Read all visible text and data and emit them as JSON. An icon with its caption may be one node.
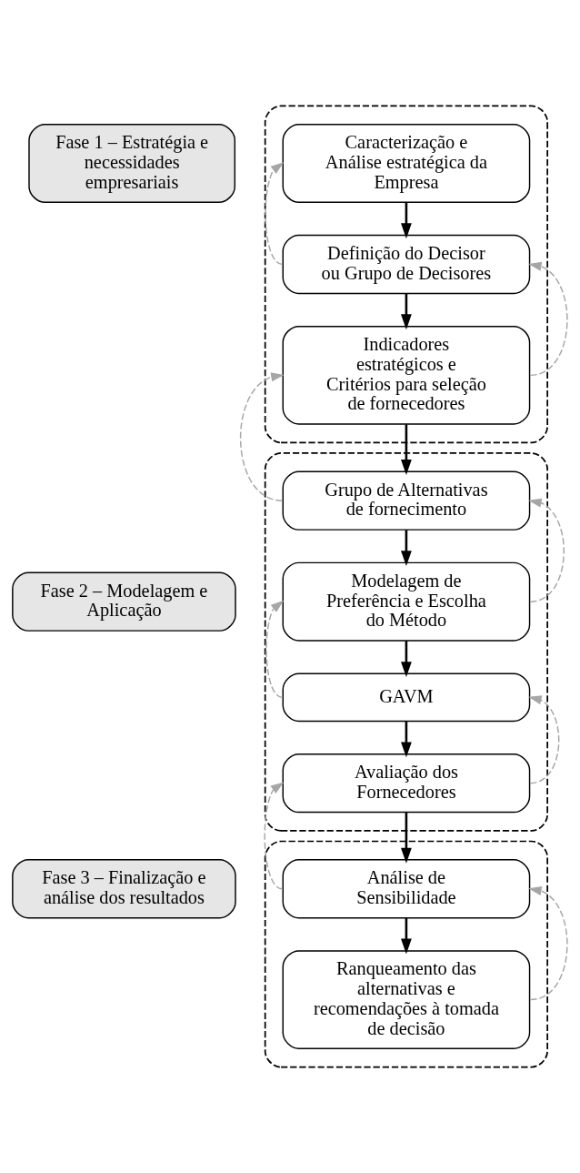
{
  "diagram": {
    "nodes": [
      {
        "text": [],
        "shape": "box"
      },
      {
        "text": [
          "Fase 1 – Estratégia e necessidades empresariais"
        ]
      },
      {
        "text": [
          "Caracterização e Análise estratégica da Empresa"
        ],
        "in": 0
      },
      {
        "text": [
          "Definição do Decisor ou Grupo de Decisores"
        ],
        "in": 0
      },
      {
        "text": [
          "Indicadores estratégicos e Critérios para seleção de fornecedores"
        ],
        "in": 0
      },
      {
        "text": [],
        "shape": "box"
      },
      {
        "text": [
          "Fase 2 – Modelagem e Aplicação"
        ]
      },
      {
        "text": [
          "Grupo de Alternativas de fornecimento"
        ],
        "in": 5
      },
      {
        "text": [
          "Modelagem de Preferência e Escolha do Método"
        ],
        "in": 5
      },
      {
        "text": [
          "GAVM"
        ],
        "in": 5
      },
      {
        "text": [
          "Avaliação dos Fornecedores"
        ],
        "in": 5
      },
      {
        "text": [],
        "shape": "box"
      },
      {
        "text": [
          "Fase 3 – Finalização e análise dos resultados"
        ]
      },
      {
        "text": [
          "Análise de Sensibilidade"
        ],
        "in": 11
      },
      {
        "text": [
          "Ranqueamento das alternativas e recomendações à tomada de decisão"
        ],
        "in": 11
      }
    ],
    "edges": [
      {
        "from": 2,
        "to": 3,
        "arrow": "to"
      },
      {
        "from": 3,
        "to": 4,
        "arrow": "to"
      },
      {
        "from": 4,
        "to": 7,
        "arrow": "to"
      },
      {
        "from": 7,
        "to": 8,
        "arrow": "to"
      },
      {
        "from": 8,
        "to": 9,
        "arrow": "to"
      },
      {
        "from": 9,
        "to": 10,
        "arrow": "to"
      },
      {
        "from": 10,
        "to": 13,
        "arrow": "to"
      },
      {
        "from": 13,
        "to": 14,
        "arrow": "to"
      },
      {
        "from": 3,
        "to": 2,
        "arrow": "to",
        "style": "dashed",
        "color": "#a6a6a6"
      },
      {
        "from": 4,
        "to": 3,
        "arrow": "to",
        "style": "dashed",
        "color": "#a6a6a6"
      },
      {
        "from": 7,
        "to": 4,
        "arrow": "to",
        "style": "dashed",
        "color": "#a6a6a6"
      },
      {
        "from": 8,
        "to": 7,
        "arrow": "to",
        "style": "dashed",
        "color": "#a6a6a6"
      },
      {
        "from": 9,
        "to": 8,
        "arrow": "to",
        "style": "dashed",
        "color": "#a6a6a6"
      },
      {
        "from": 10,
        "to": 9,
        "arrow": "to",
        "style": "dashed",
        "color": "#a6a6a6"
      },
      {
        "from": 13,
        "to": 10,
        "arrow": "to",
        "style": "dashed",
        "color": "#a6a6a6"
      },
      {
        "from": 14,
        "to": 13,
        "arrow": "to",
        "style": "dashed",
        "color": "#a6a6a6"
      }
    ]
  }
}
